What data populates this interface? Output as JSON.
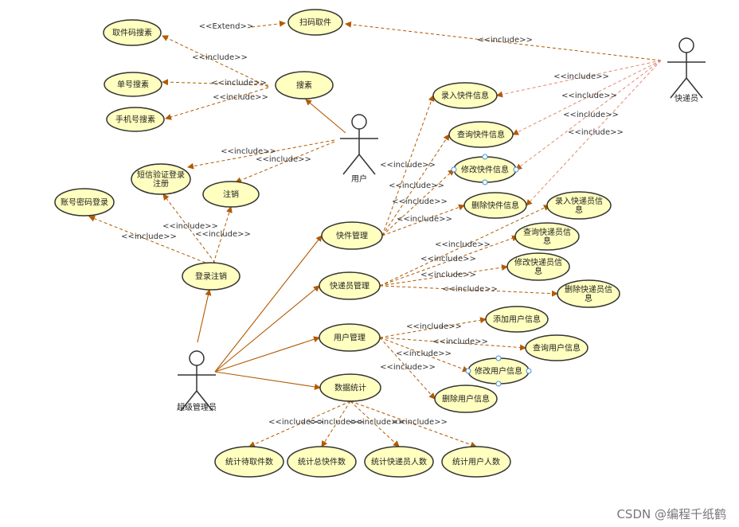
{
  "colors": {
    "usecase_fill": "#ffffc0",
    "usecase_stroke": "#333333",
    "line": "#b25a00",
    "courier_line": "#e28a6e",
    "watermark": "#777777"
  },
  "actors": [
    {
      "id": "courier",
      "label": "快递员"
    },
    {
      "id": "user",
      "label": "用户"
    },
    {
      "id": "admin",
      "label": "超级管理员"
    }
  ],
  "usecases": [
    {
      "id": "scan",
      "lines": [
        "扫码取件"
      ]
    },
    {
      "id": "code_search",
      "lines": [
        "取件码搜素"
      ]
    },
    {
      "id": "search",
      "lines": [
        "搜素"
      ]
    },
    {
      "id": "order_search",
      "lines": [
        "单号搜素"
      ]
    },
    {
      "id": "phone_search",
      "lines": [
        "手机号搜素"
      ]
    },
    {
      "id": "sms_login",
      "lines": [
        "短信验证登录",
        "注册"
      ]
    },
    {
      "id": "logout",
      "lines": [
        "注销"
      ]
    },
    {
      "id": "pwd_login",
      "lines": [
        "账号密码登录"
      ]
    },
    {
      "id": "login_logout",
      "lines": [
        "登录注销"
      ]
    },
    {
      "id": "entry_pkg",
      "lines": [
        "录入快件信息"
      ]
    },
    {
      "id": "query_pkg",
      "lines": [
        "查询快件信息"
      ]
    },
    {
      "id": "edit_pkg",
      "lines": [
        "修改快件信息"
      ]
    },
    {
      "id": "del_pkg",
      "lines": [
        "删除快件信息"
      ]
    },
    {
      "id": "pkg_mgmt",
      "lines": [
        "快件管理"
      ]
    },
    {
      "id": "entry_cour",
      "lines": [
        "录入快递员信",
        "息"
      ]
    },
    {
      "id": "query_cour",
      "lines": [
        "查询快递员信",
        "息"
      ]
    },
    {
      "id": "edit_cour",
      "lines": [
        "修改快递员信",
        "息"
      ]
    },
    {
      "id": "del_cour",
      "lines": [
        "删除快递员信",
        "息"
      ]
    },
    {
      "id": "cour_mgmt",
      "lines": [
        "快递员管理"
      ]
    },
    {
      "id": "user_mgmt",
      "lines": [
        "用户管理"
      ]
    },
    {
      "id": "add_user",
      "lines": [
        "添加用户信息"
      ]
    },
    {
      "id": "query_user",
      "lines": [
        "查询用户信息"
      ]
    },
    {
      "id": "edit_user",
      "lines": [
        "修改用户信息"
      ]
    },
    {
      "id": "del_user",
      "lines": [
        "删除用户信息"
      ]
    },
    {
      "id": "stats",
      "lines": [
        "数据统计"
      ]
    },
    {
      "id": "stat_pickup",
      "lines": [
        "统计待取件数"
      ]
    },
    {
      "id": "stat_total",
      "lines": [
        "统计总快件数"
      ]
    },
    {
      "id": "stat_cour",
      "lines": [
        "统计快递员人数"
      ]
    },
    {
      "id": "stat_user",
      "lines": [
        "统计用户人数"
      ]
    }
  ],
  "relations": [
    {
      "label": "<<Extend>>"
    },
    {
      "label": "<<include>>"
    },
    {
      "label": "<<include>>"
    },
    {
      "label": "<<include>>"
    },
    {
      "label": "<<include>>"
    },
    {
      "label": ""
    },
    {
      "label": "<<include>>"
    },
    {
      "label": "<<include>>"
    },
    {
      "label": "<<include>>"
    },
    {
      "label": "<<include>>"
    },
    {
      "label": ""
    },
    {
      "label": "<<include>>"
    },
    {
      "label": "<<include>>"
    },
    {
      "label": "<<include>>"
    },
    {
      "label": "<<include>>"
    },
    {
      "label": "<<include>>"
    },
    {
      "label": "<<include>>"
    },
    {
      "label": "<<include>>"
    },
    {
      "label": "<<include>>"
    },
    {
      "label": "<<include>>"
    },
    {
      "label": "<<include>>"
    },
    {
      "label": "<<include>>"
    },
    {
      "label": "<<include>>"
    },
    {
      "label": "<<include>>"
    },
    {
      "label": "<<include>>"
    },
    {
      "label": "<<include>>"
    },
    {
      "label": "<<include>>"
    },
    {
      "label": "<<include>>"
    },
    {
      "label": ""
    },
    {
      "label": ""
    },
    {
      "label": ""
    },
    {
      "label": ""
    },
    {
      "label": "<<include>>"
    },
    {
      "label": "<<include>>"
    },
    {
      "label": "<<include>>"
    },
    {
      "label": "<<include>>"
    }
  ],
  "watermark": "CSDN @编程千纸鹤"
}
